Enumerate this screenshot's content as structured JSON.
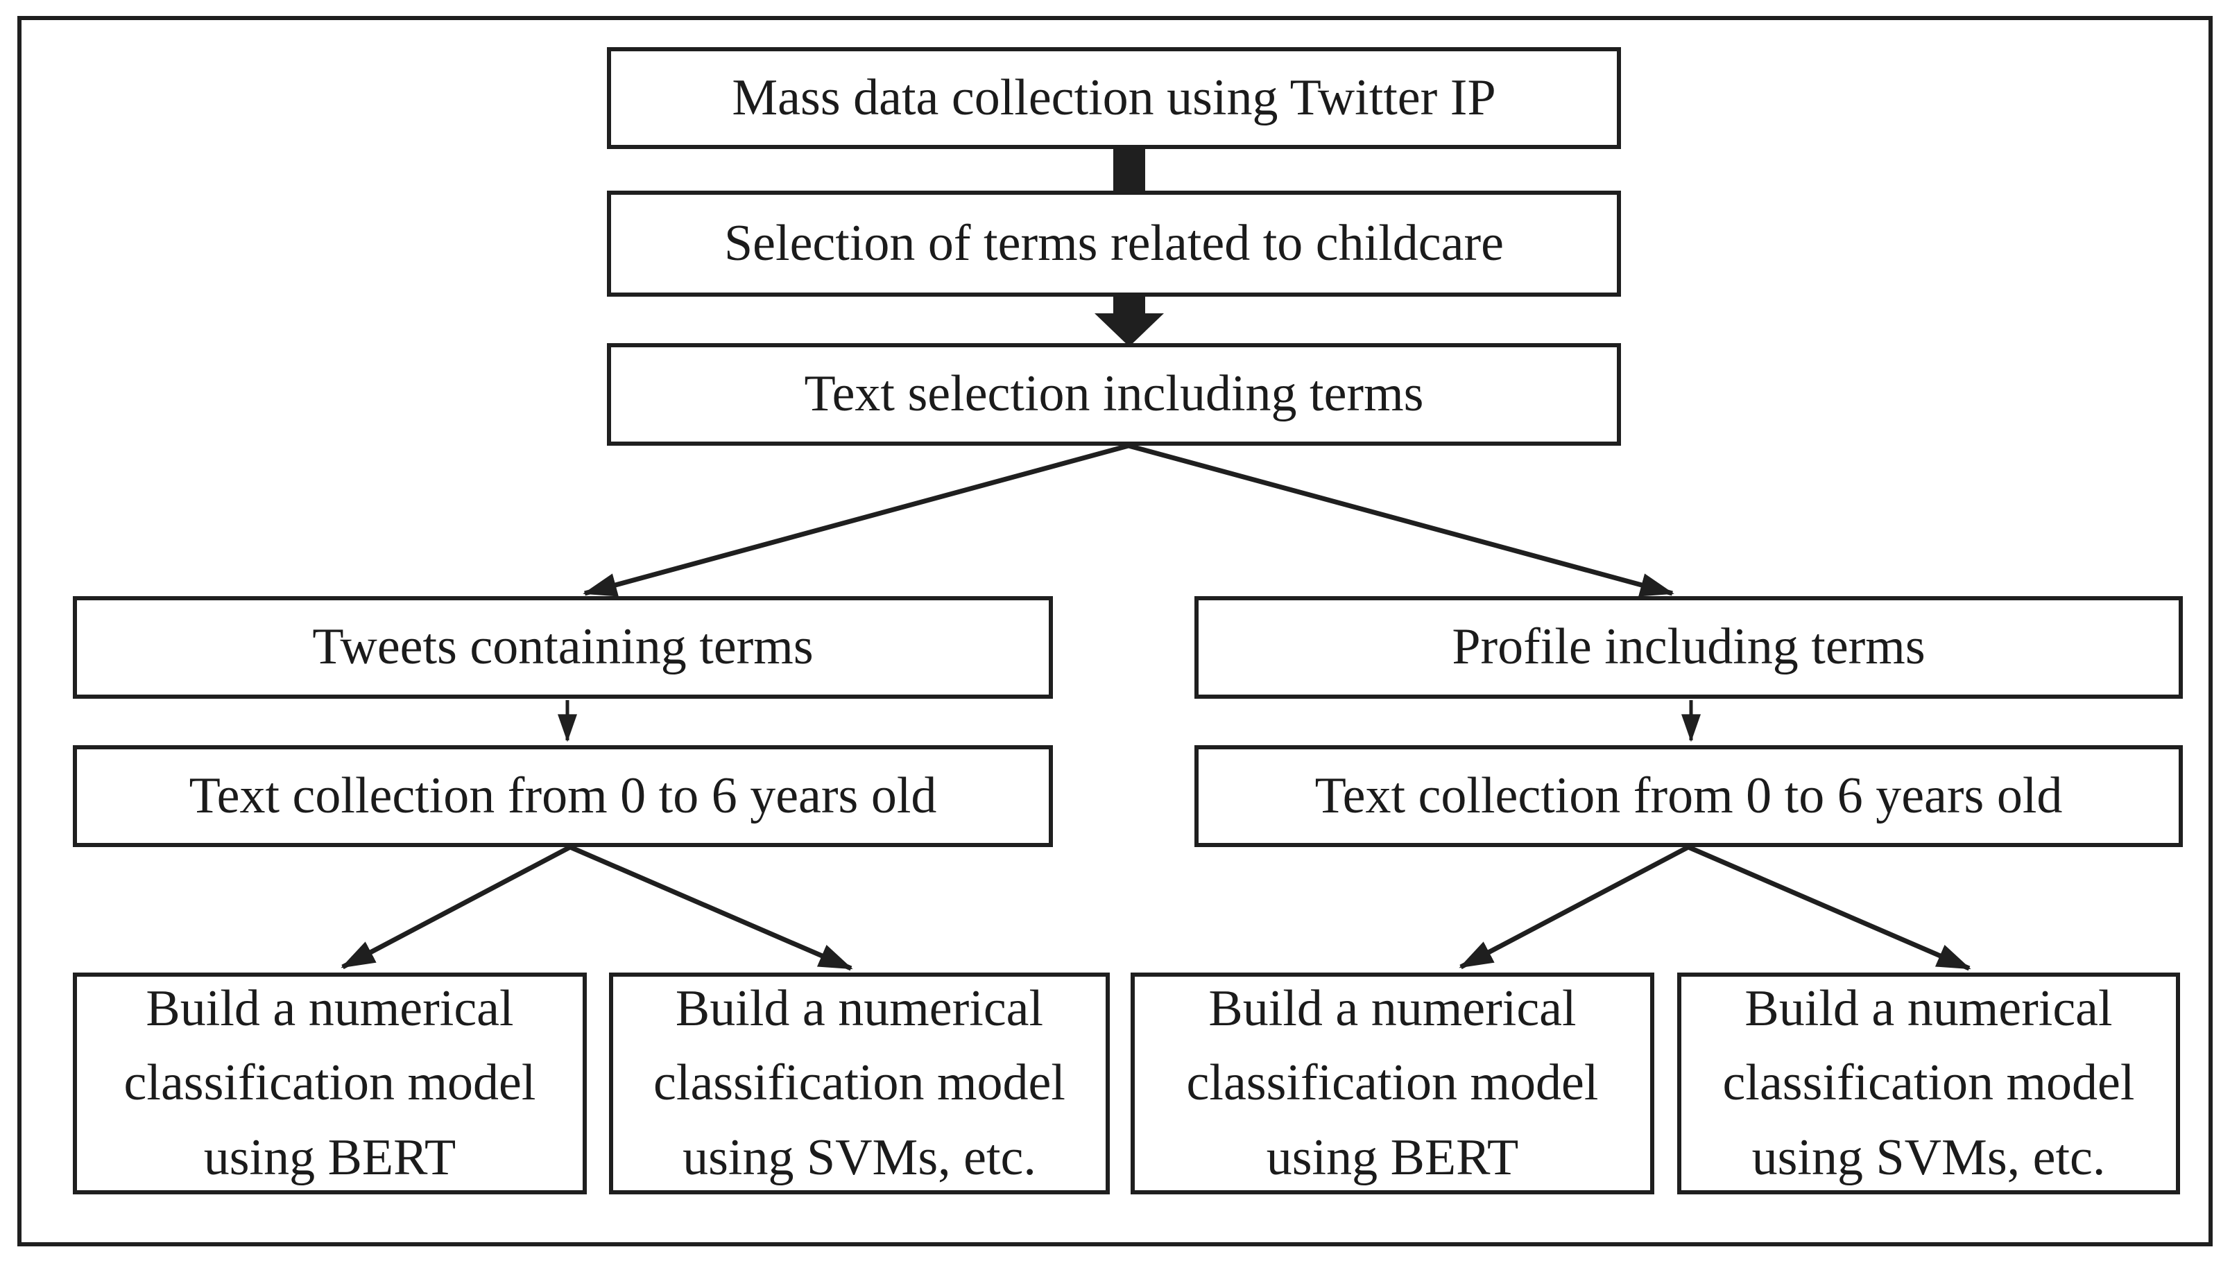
{
  "diagram": {
    "type": "flowchart",
    "title": "Twitter childcare data collection and classification pipeline",
    "colors": {
      "ink": "#1f1f1f",
      "background": "#ffffff"
    },
    "nodes": [
      {
        "id": "mass",
        "label": "Mass data collection using Twitter IP"
      },
      {
        "id": "selection",
        "label": "Selection of terms related to childcare"
      },
      {
        "id": "text_selection",
        "label": "Text selection including terms"
      },
      {
        "id": "tweets",
        "label": "Tweets containing terms"
      },
      {
        "id": "profile",
        "label": "Profile including terms"
      },
      {
        "id": "text_collection_left",
        "label": "Text collection from 0 to 6 years old"
      },
      {
        "id": "text_collection_right",
        "label": "Text collection from 0 to 6 years old"
      },
      {
        "id": "bert_left",
        "label": "Build a numerical classification model using BERT"
      },
      {
        "id": "svm_left",
        "label": "Build a numerical classification model using SVMs, etc."
      },
      {
        "id": "bert_right",
        "label": "Build a numerical classification model using BERT"
      },
      {
        "id": "svm_right",
        "label": "Build a numerical classification model using SVMs, etc."
      }
    ],
    "edges": [
      {
        "from": "mass",
        "to": "selection",
        "style": "thick-bar"
      },
      {
        "from": "selection",
        "to": "text_selection",
        "style": "thick-arrow"
      },
      {
        "from": "text_selection",
        "to": "tweets",
        "style": "thin-arrow"
      },
      {
        "from": "text_selection",
        "to": "profile",
        "style": "thin-arrow"
      },
      {
        "from": "tweets",
        "to": "text_collection_left",
        "style": "thin-arrow"
      },
      {
        "from": "profile",
        "to": "text_collection_right",
        "style": "thin-arrow"
      },
      {
        "from": "text_collection_left",
        "to": "bert_left",
        "style": "thin-arrow"
      },
      {
        "from": "text_collection_left",
        "to": "svm_left",
        "style": "thin-arrow"
      },
      {
        "from": "text_collection_right",
        "to": "bert_right",
        "style": "thin-arrow"
      },
      {
        "from": "text_collection_right",
        "to": "svm_right",
        "style": "thin-arrow"
      }
    ]
  }
}
